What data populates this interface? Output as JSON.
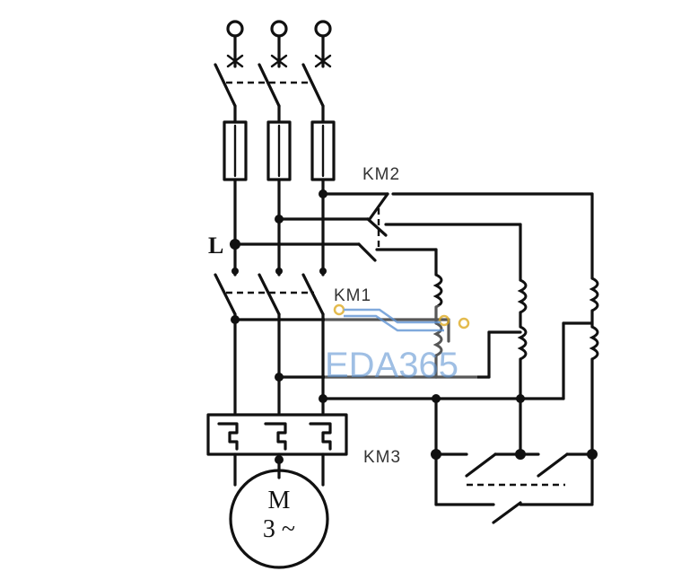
{
  "labels": {
    "km2": "KM2",
    "km1": "KM1",
    "km3": "KM3",
    "line": "L",
    "motor_top": "M",
    "motor_bottom": "3 ~"
  },
  "watermark": {
    "text": "EDA365",
    "color": "#6a9bd6"
  }
}
